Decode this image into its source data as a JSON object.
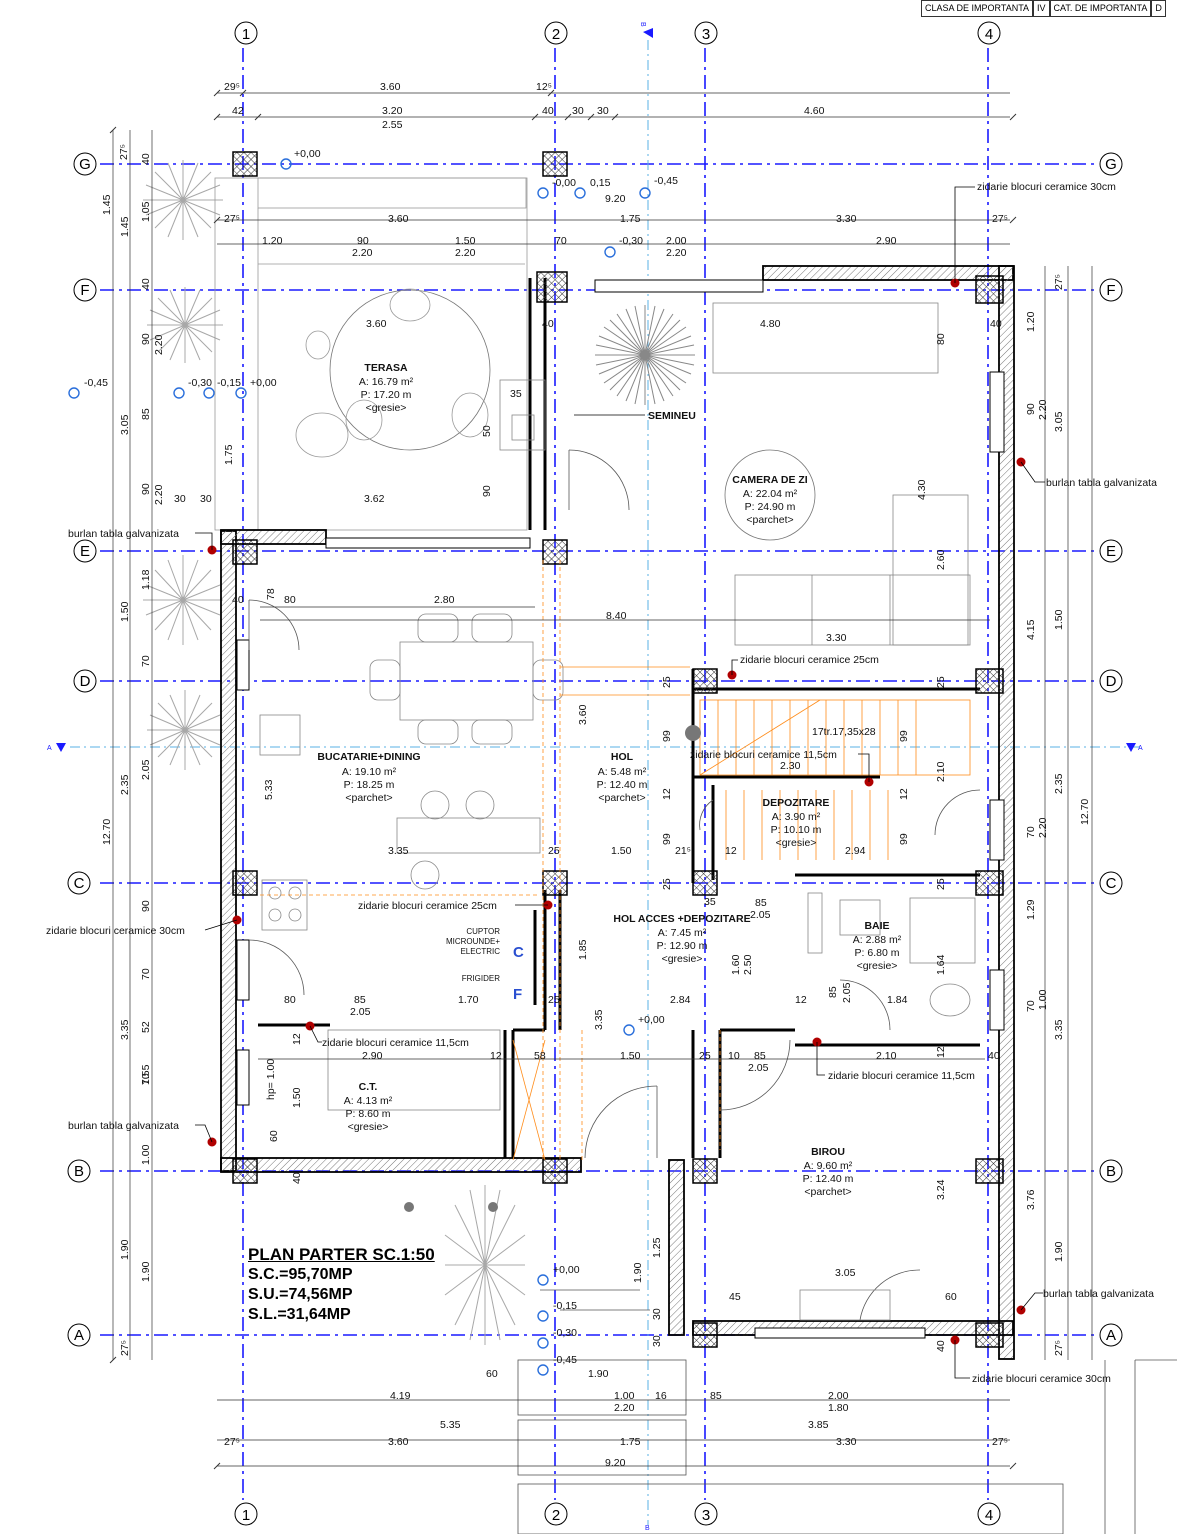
{
  "stamp": {
    "class_label": "CLASA DE IMPORTANTA",
    "class_value": "IV",
    "cat_label": "CAT. DE IMPORTANTA",
    "cat_value": "D"
  },
  "title": {
    "main": "PLAN PARTER SC.1:50",
    "sc": "S.C.=95,70MP",
    "su": "S.U.=74,56MP",
    "sl": "S.L.=31,64MP"
  },
  "grid": {
    "columns": [
      "1",
      "2",
      "3",
      "4"
    ],
    "rows": [
      "G",
      "F",
      "E",
      "D",
      "C",
      "B",
      "A"
    ],
    "section_top": "B",
    "section_side": "A"
  },
  "rooms": [
    {
      "name": "TERASA",
      "area": "A: 16.79 m²",
      "perimeter": "P: 17.20 m",
      "finish": "<gresie>"
    },
    {
      "name": "CAMERA DE ZI",
      "area": "A: 22.04 m²",
      "perimeter": "P: 24.90 m",
      "finish": "<parchet>"
    },
    {
      "name": "BUCATARIE+DINING",
      "area": "A: 19.10 m²",
      "perimeter": "P: 18.25 m",
      "finish": "<parchet>"
    },
    {
      "name": "HOL",
      "area": "A: 5.48 m²",
      "perimeter": "P: 12.40 m",
      "finish": "<parchet>"
    },
    {
      "name": "DEPOZITARE",
      "area": "A: 3.90 m²",
      "perimeter": "P: 10.10 m",
      "finish": "<gresie>"
    },
    {
      "name": "HOL ACCES +DEPOZITARE",
      "area": "A: 7.45 m²",
      "perimeter": "P: 12.90 m",
      "finish": "<gresie>"
    },
    {
      "name": "BAIE",
      "area": "A: 2.88 m²",
      "perimeter": "P: 6.80 m",
      "finish": "<gresie>"
    },
    {
      "name": "C.T.",
      "area": "A: 4.13 m²",
      "perimeter": "P: 8.60 m",
      "finish": "<gresie>"
    },
    {
      "name": "BIROU",
      "area": "A: 9.60 m²",
      "perimeter": "P: 12.40 m",
      "finish": "<parchet>"
    }
  ],
  "annotations": {
    "zid30_1": "zidarie blocuri ceramice 30cm",
    "zid30_2": "zidarie blocuri ceramice 30cm",
    "zid30_3": "zidarie blocuri ceramice 30cm",
    "zid25_1": "zidarie blocuri ceramice 25cm",
    "zid25_2": "zidarie blocuri ceramice 25cm",
    "zid115_1": "zidarie blocuri ceramice 11,5cm",
    "zid115_2": "zidarie blocuri ceramice 11,5cm",
    "zid115_3": "zidarie blocuri ceramice 11,5cm",
    "burlan_1": "burlan tabla galvanizata",
    "burlan_2": "burlan tabla galvanizata",
    "burlan_3": "burlan tabla galvanizata",
    "burlan_4": "burlan tabla galvanizata",
    "semineu": "SEMINEU",
    "cuptor": "CUPTOR",
    "microunde": "MICROUNDE+",
    "electric": "ELECTRIC",
    "frigider": "FRIGIDER",
    "c_mark": "C",
    "f_mark": "F",
    "stairs": "17tr.17,35x28",
    "hp": "hp= 1.00"
  },
  "levels": {
    "l1": "+0,00",
    "l2": "-0,00",
    "l3": "0,15",
    "l4": "-0,45",
    "l5": "-0,30",
    "l6": "-0,45",
    "l7": "-0,30",
    "l8": "-0,15",
    "l9": "+0,00",
    "l10": "+0,00",
    "l11": "+0,00",
    "l12": "-0,15",
    "l13": "-0,30",
    "l14": "-0,45"
  },
  "dims_top": {
    "a1": "29⁵",
    "a2": "3.60",
    "a3": "12⁵",
    "b1": "42",
    "b2": "3.20",
    "b3": "40",
    "b4": "30",
    "b5": "30",
    "b6": "4.60",
    "c1": "2.55",
    "d1": "27⁵",
    "d2": "3.60",
    "d3": "1.75",
    "d4": "3.30",
    "d5": "27⁵",
    "e1": "9.20",
    "f1": "1.20",
    "f2": "90",
    "f3": "1.50",
    "f4": "70",
    "f5": "2.00",
    "f6": "2.90",
    "g1": "2.20",
    "g2": "2.20",
    "g3": "2.20"
  },
  "dims_bottom": {
    "a1": "4.19",
    "a2": "1.00",
    "a3": "16",
    "a4": "85",
    "a5": "2.00",
    "b1": "2.20",
    "b2": "1.80",
    "c1": "5.35",
    "c2": "3.85",
    "d1": "27⁵",
    "d2": "3.60",
    "d3": "1.75",
    "d4": "3.30",
    "d5": "27⁵",
    "e1": "9.20",
    "f1": "60",
    "f2": "1.90"
  },
  "dims_left": {
    "total": "12.70",
    "l1": "27⁵",
    "l2": "1.45",
    "l3": "3.05",
    "l4": "1.50",
    "l5": "2.35",
    "l6": "3.35",
    "l7": "1.90",
    "l8": "27⁵",
    "m1": "1.45",
    "m2": "1.18",
    "m3": "2.05",
    "m4": "1.55",
    "m5": "1.00",
    "m6": "1.90",
    "n1": "40",
    "n2": "1.05",
    "n3": "40",
    "n4": "90",
    "n5": "2.20",
    "n6": "85",
    "n7": "1.75",
    "n8": "90",
    "n9": "2.20",
    "n10": "78",
    "n11": "70",
    "n12": "5.33",
    "n13": "90",
    "n14": "70",
    "n15": "52",
    "n16": "70",
    "n17": "60",
    "n18": "40",
    "n19": "1.50"
  },
  "dims_right": {
    "total": "12.70",
    "r1": "27⁵",
    "r2": "1.20",
    "r3": "90",
    "r4": "2.20",
    "r5": "3.05",
    "r6": "4.15",
    "r7": "1.50",
    "r8": "2.35",
    "r9": "70",
    "r10": "2.20",
    "r11": "1.29",
    "r12": "70",
    "r13": "1.00",
    "r14": "3.35",
    "r15": "3.76",
    "r16": "1.90",
    "r17": "27⁵"
  },
  "dims_inner": {
    "i1": "3.60",
    "i2": "40",
    "i3": "4.80",
    "i4": "40",
    "i5": "35",
    "i6": "50",
    "i7": "90",
    "i8": "30",
    "i9": "30",
    "i10": "3.62",
    "i11": "40",
    "i12": "80",
    "i13": "2.80",
    "i14": "8.40",
    "i15": "3.30",
    "i16": "3.60",
    "i17": "4.30",
    "i18": "2.60",
    "i19": "80",
    "i20": "25",
    "i21": "2.30",
    "i22": "99",
    "i23": "12",
    "i24": "99",
    "i25": "99",
    "i26": "12",
    "i27": "99",
    "i28": "2.10",
    "i29": "3.35",
    "i30": "25",
    "i31": "1.50",
    "i32": "21⁵",
    "i33": "12",
    "i34": "2.94",
    "i35": "25",
    "i36": "35",
    "i37": "2.05",
    "i38": "85",
    "i39": "1.85",
    "i40": "1.60",
    "i41": "2.50",
    "i42": "80",
    "i43": "85",
    "i44": "2.05",
    "i45": "1.70",
    "i46": "25",
    "i47": "2.84",
    "i48": "12",
    "i49": "85",
    "i50": "2.05",
    "i51": "1.84",
    "i52": "1.64",
    "i53": "12",
    "i54": "2.90",
    "i55": "12",
    "i56": "58",
    "i57": "1.50",
    "i58": "25",
    "i59": "10",
    "i60": "85",
    "i61": "2.10",
    "i62": "12",
    "i63": "40",
    "i64": "2.05",
    "i65": "3.35",
    "i66": "3.24",
    "i67": "3.05",
    "i68": "45",
    "i69": "60",
    "i70": "40",
    "i71": "1.90",
    "i72": "1.25",
    "i73": "30",
    "i74": "30",
    "i75": "25",
    "i76": "25"
  },
  "colors": {
    "axis": "#1a1aff",
    "wall": "#000000",
    "hatch": "#888888",
    "column_fill": "#c7c7c7",
    "orange": "#ff8c1a",
    "red_dot": "#b00000",
    "tree": "#9a9a9a",
    "dim": "#222222"
  }
}
